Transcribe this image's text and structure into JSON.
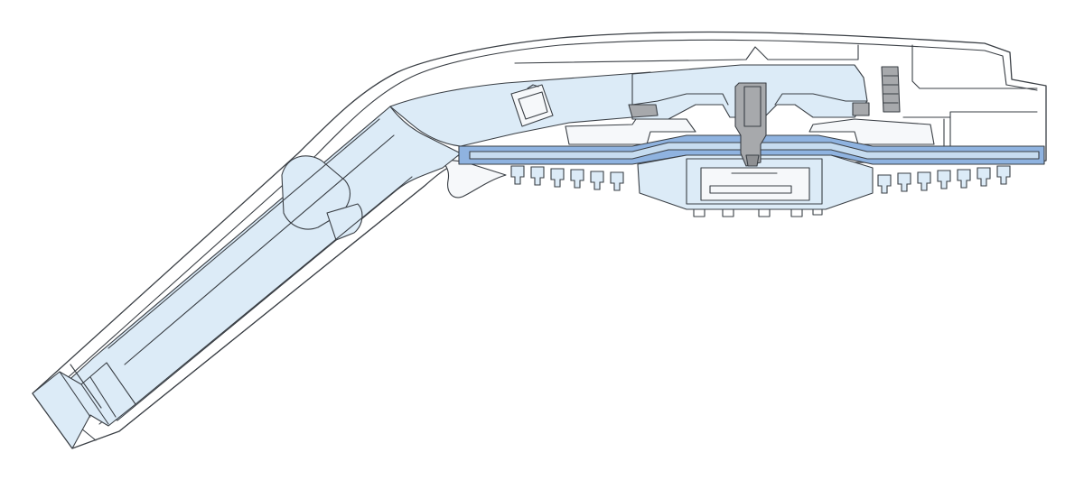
{
  "colors": {
    "background": "#ffffff",
    "outline": "#3a3f45",
    "housing": "#ffffff",
    "housing_ghost": "#f6f8fa",
    "water_light": "#dcebf7",
    "water_mid": "#c6dcf0",
    "water_dark": "#8fb3e0",
    "metal": "#a7a9ac",
    "metal_dark": "#8e9093"
  },
  "subject": {
    "icon": "shower-head-cross-section",
    "parts": [
      "handle",
      "hose-connector",
      "inlet-channel",
      "valve-insert",
      "spray-head",
      "spray-plate",
      "center-screw",
      "diverter-pin",
      "nozzles"
    ],
    "left_nozzle_count": 6,
    "right_nozzle_count": 7
  }
}
